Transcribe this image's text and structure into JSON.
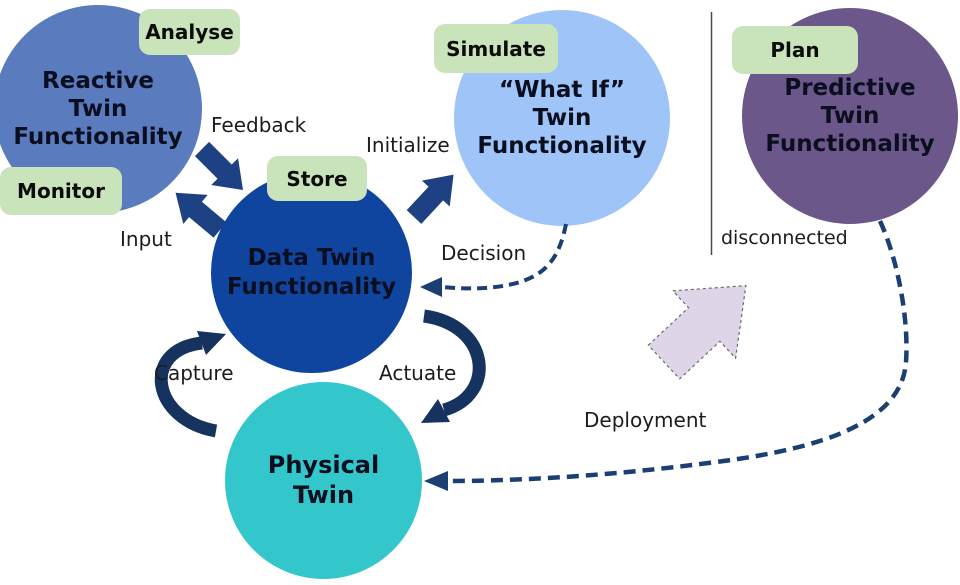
{
  "nodes": {
    "reactive": {
      "title": "Reactive\nTwin\nFunctionality"
    },
    "data": {
      "title": "Data Twin\nFunctionality"
    },
    "what_if": {
      "title": "“What If”\nTwin\nFunctionality"
    },
    "predictive": {
      "title": "Predictive\nTwin\nFunctionality"
    },
    "physical": {
      "title": "Physical\nTwin"
    }
  },
  "badges": {
    "analyse": "Analyse",
    "monitor": "Monitor",
    "store": "Store",
    "simulate": "Simulate",
    "plan": "Plan"
  },
  "labels": {
    "feedback": "Feedback",
    "input": "Input",
    "initialize": "Initialize",
    "decision": "Decision",
    "capture": "Capture",
    "actuate": "Actuate",
    "deployment": "Deployment",
    "disconnected": "disconnected"
  },
  "colors": {
    "reactive_circle": "#5a7cbe",
    "data_circle": "#0f459e",
    "what_if_circle": "#9ec4f8",
    "predictive_circle": "#6b578a",
    "physical_circle": "#33c7cb",
    "badge_green": "#c9e3bb",
    "block_arrow_navy": "#1e4183",
    "curved_arrow_navy": "#16335f",
    "dashed_line_navy": "#1b3f72",
    "lavender_arrow_fill": "#ded5e8",
    "lavender_arrow_border": "#6b6b6b",
    "divider_gray": "#4a4a4a"
  }
}
